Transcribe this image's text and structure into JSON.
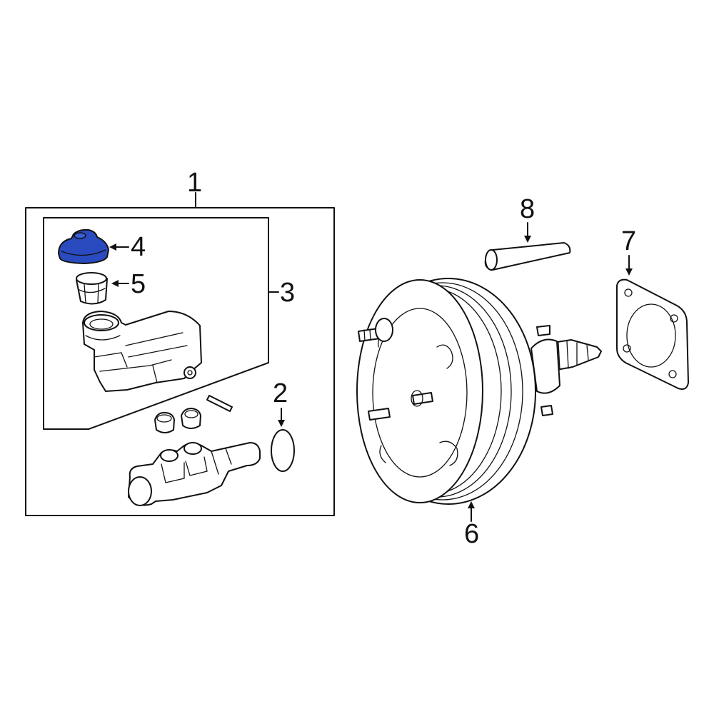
{
  "callouts": {
    "c1": "1",
    "c2": "2",
    "c3": "3",
    "c4": "4",
    "c5": "5",
    "c6": "6",
    "c7": "7",
    "c8": "8"
  },
  "colors": {
    "highlight": "#2a4bbf",
    "line": "#111111",
    "background": "#ffffff"
  }
}
